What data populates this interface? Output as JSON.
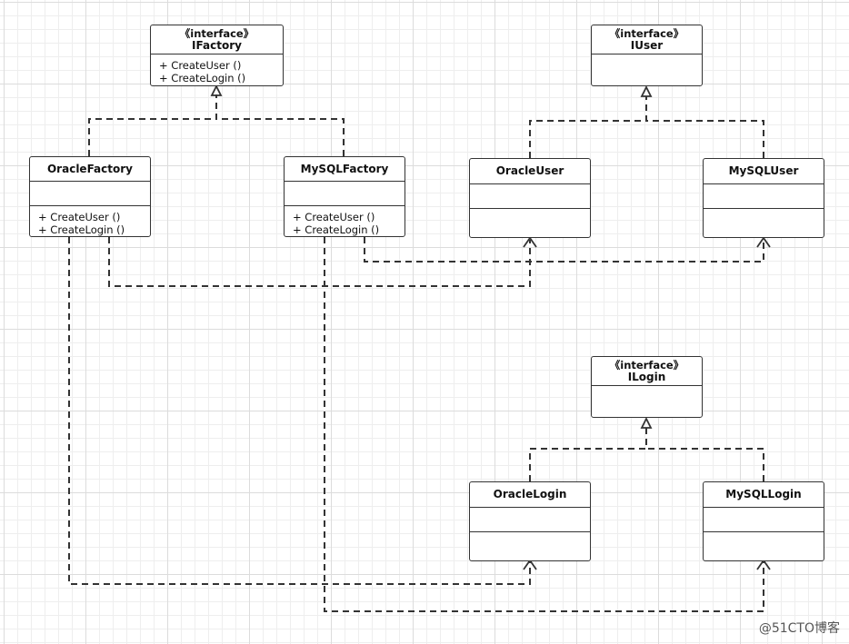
{
  "classes": {
    "ifactory": {
      "stereotype": "《interface》",
      "name": "IFactory",
      "operations": [
        "+ CreateUser ()",
        "+ CreateLogin ()"
      ]
    },
    "iuser": {
      "stereotype": "《interface》",
      "name": "IUser"
    },
    "ilogin": {
      "stereotype": "《interface》",
      "name": "ILogin"
    },
    "oracle_factory": {
      "name": "OracleFactory",
      "operations": [
        "+ CreateUser ()",
        "+ CreateLogin ()"
      ]
    },
    "mysql_factory": {
      "name": "MySQLFactory",
      "operations": [
        "+ CreateUser ()",
        "+ CreateLogin ()"
      ]
    },
    "oracle_user": {
      "name": "OracleUser"
    },
    "mysql_user": {
      "name": "MySQLUser"
    },
    "oracle_login": {
      "name": "OracleLogin"
    },
    "mysql_login": {
      "name": "MySQLLogin"
    }
  },
  "relations": [
    {
      "from": "OracleFactory",
      "to": "IFactory",
      "type": "realization"
    },
    {
      "from": "MySQLFactory",
      "to": "IFactory",
      "type": "realization"
    },
    {
      "from": "OracleUser",
      "to": "IUser",
      "type": "realization"
    },
    {
      "from": "MySQLUser",
      "to": "IUser",
      "type": "realization"
    },
    {
      "from": "OracleLogin",
      "to": "ILogin",
      "type": "realization"
    },
    {
      "from": "MySQLLogin",
      "to": "ILogin",
      "type": "realization"
    },
    {
      "from": "OracleFactory",
      "to": "OracleUser",
      "type": "dependency"
    },
    {
      "from": "MySQLFactory",
      "to": "MySQLUser",
      "type": "dependency"
    },
    {
      "from": "OracleFactory",
      "to": "OracleLogin",
      "type": "dependency"
    },
    {
      "from": "MySQLFactory",
      "to": "MySQLLogin",
      "type": "dependency"
    }
  ],
  "watermark": "@51CTO博客"
}
